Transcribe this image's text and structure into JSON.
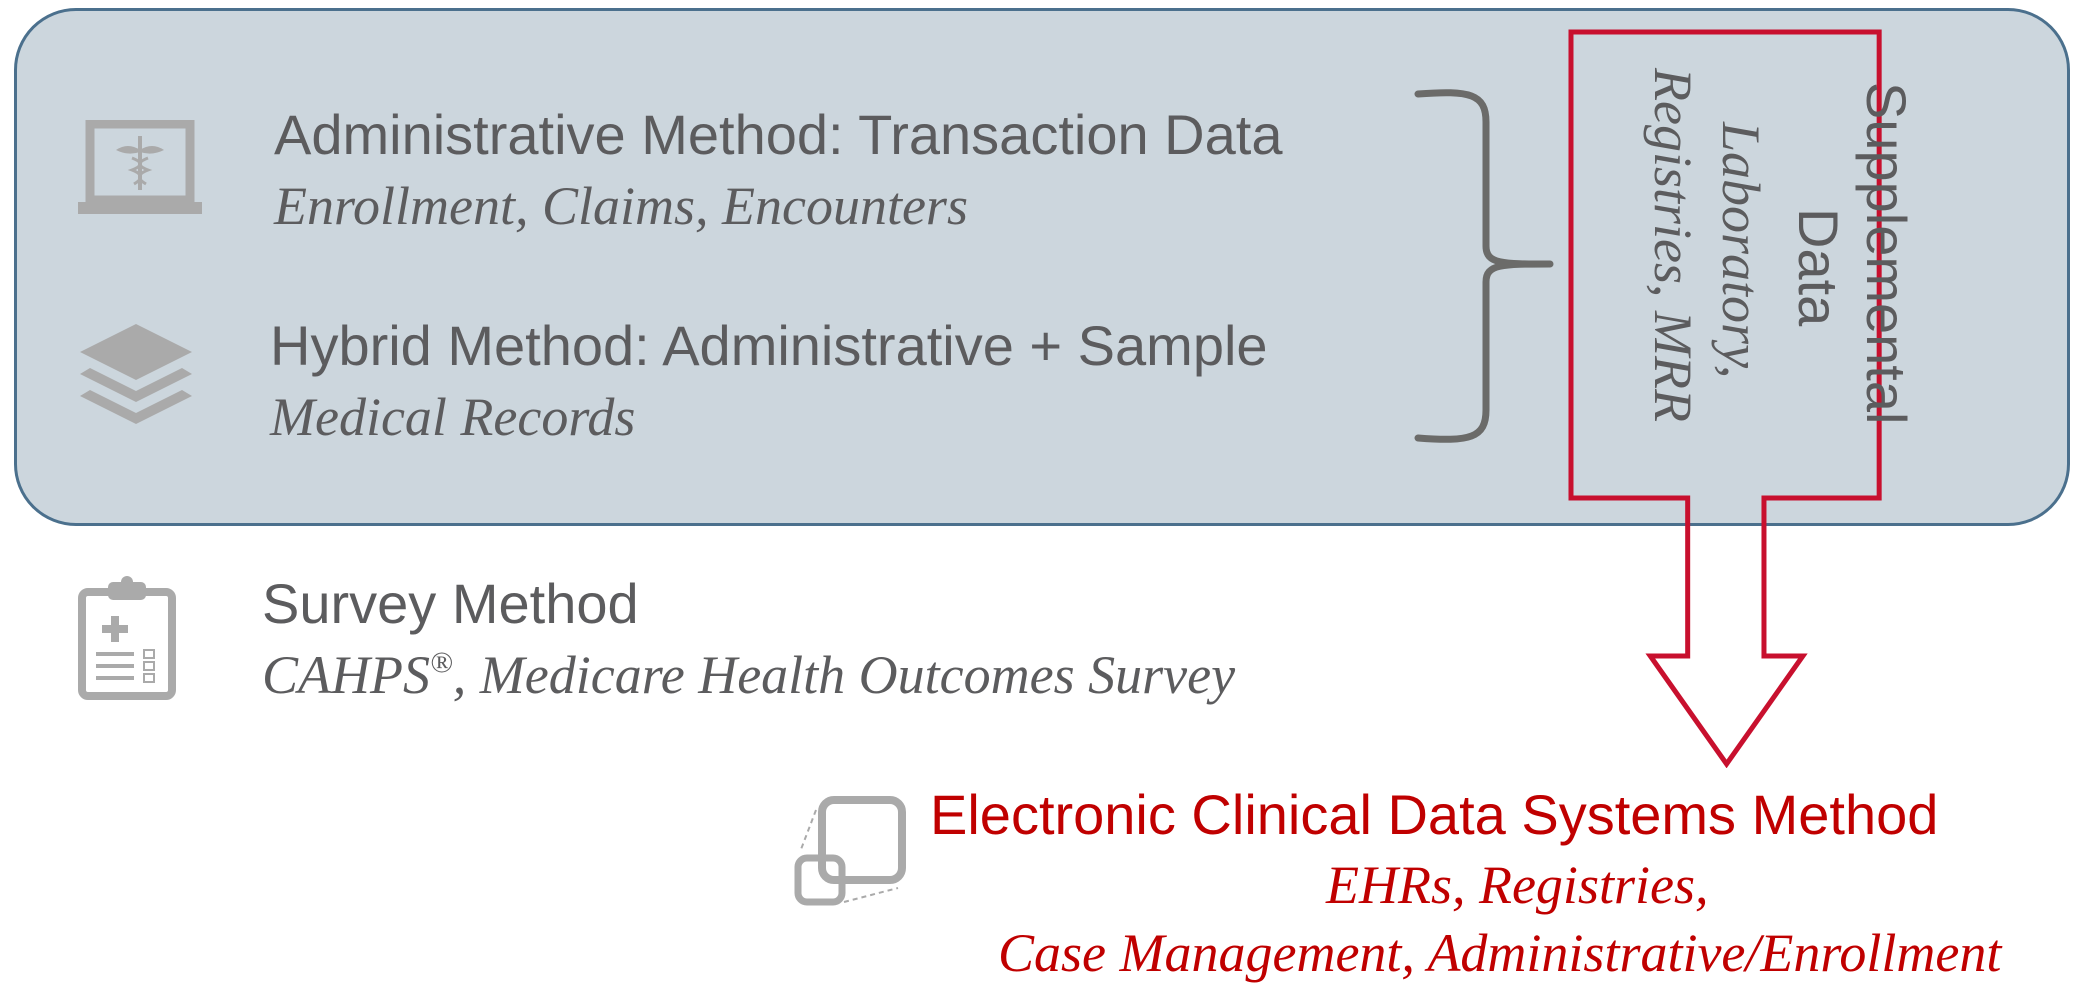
{
  "admin": {
    "title": "Administrative Method: Transaction Data",
    "subtitle": "Enrollment, Claims, Encounters",
    "icon": "laptop-caduceus-icon"
  },
  "hybrid": {
    "title": "Hybrid Method: Administrative + Sample",
    "subtitle": "Medical Records",
    "icon": "layers-icon"
  },
  "supplemental": {
    "title_line1": "Supplemental",
    "title_line2": "Data",
    "sub_line1": "Laboratory,",
    "sub_line2": "Registries, MRR"
  },
  "survey": {
    "title": "Survey Method",
    "subtitle_prefix": "CAHPS",
    "subtitle_reg": "®",
    "subtitle_rest": ", Medicare Health Outcomes Survey",
    "icon": "clipboard-icon"
  },
  "ecds": {
    "title": "Electronic Clinical Data Systems Method",
    "sub_line1": "EHRs, Registries,",
    "sub_line2": "Case Management, Administrative/Enrollment",
    "icon": "linked-squares-icon"
  },
  "colors": {
    "panel_fill": "#ccd6dd",
    "panel_border": "#4b708d",
    "text_gray": "#5c5c5e",
    "accent_red": "#c00000",
    "arrow_red": "#c8102e",
    "icon_gray": "#aaaaaa"
  }
}
